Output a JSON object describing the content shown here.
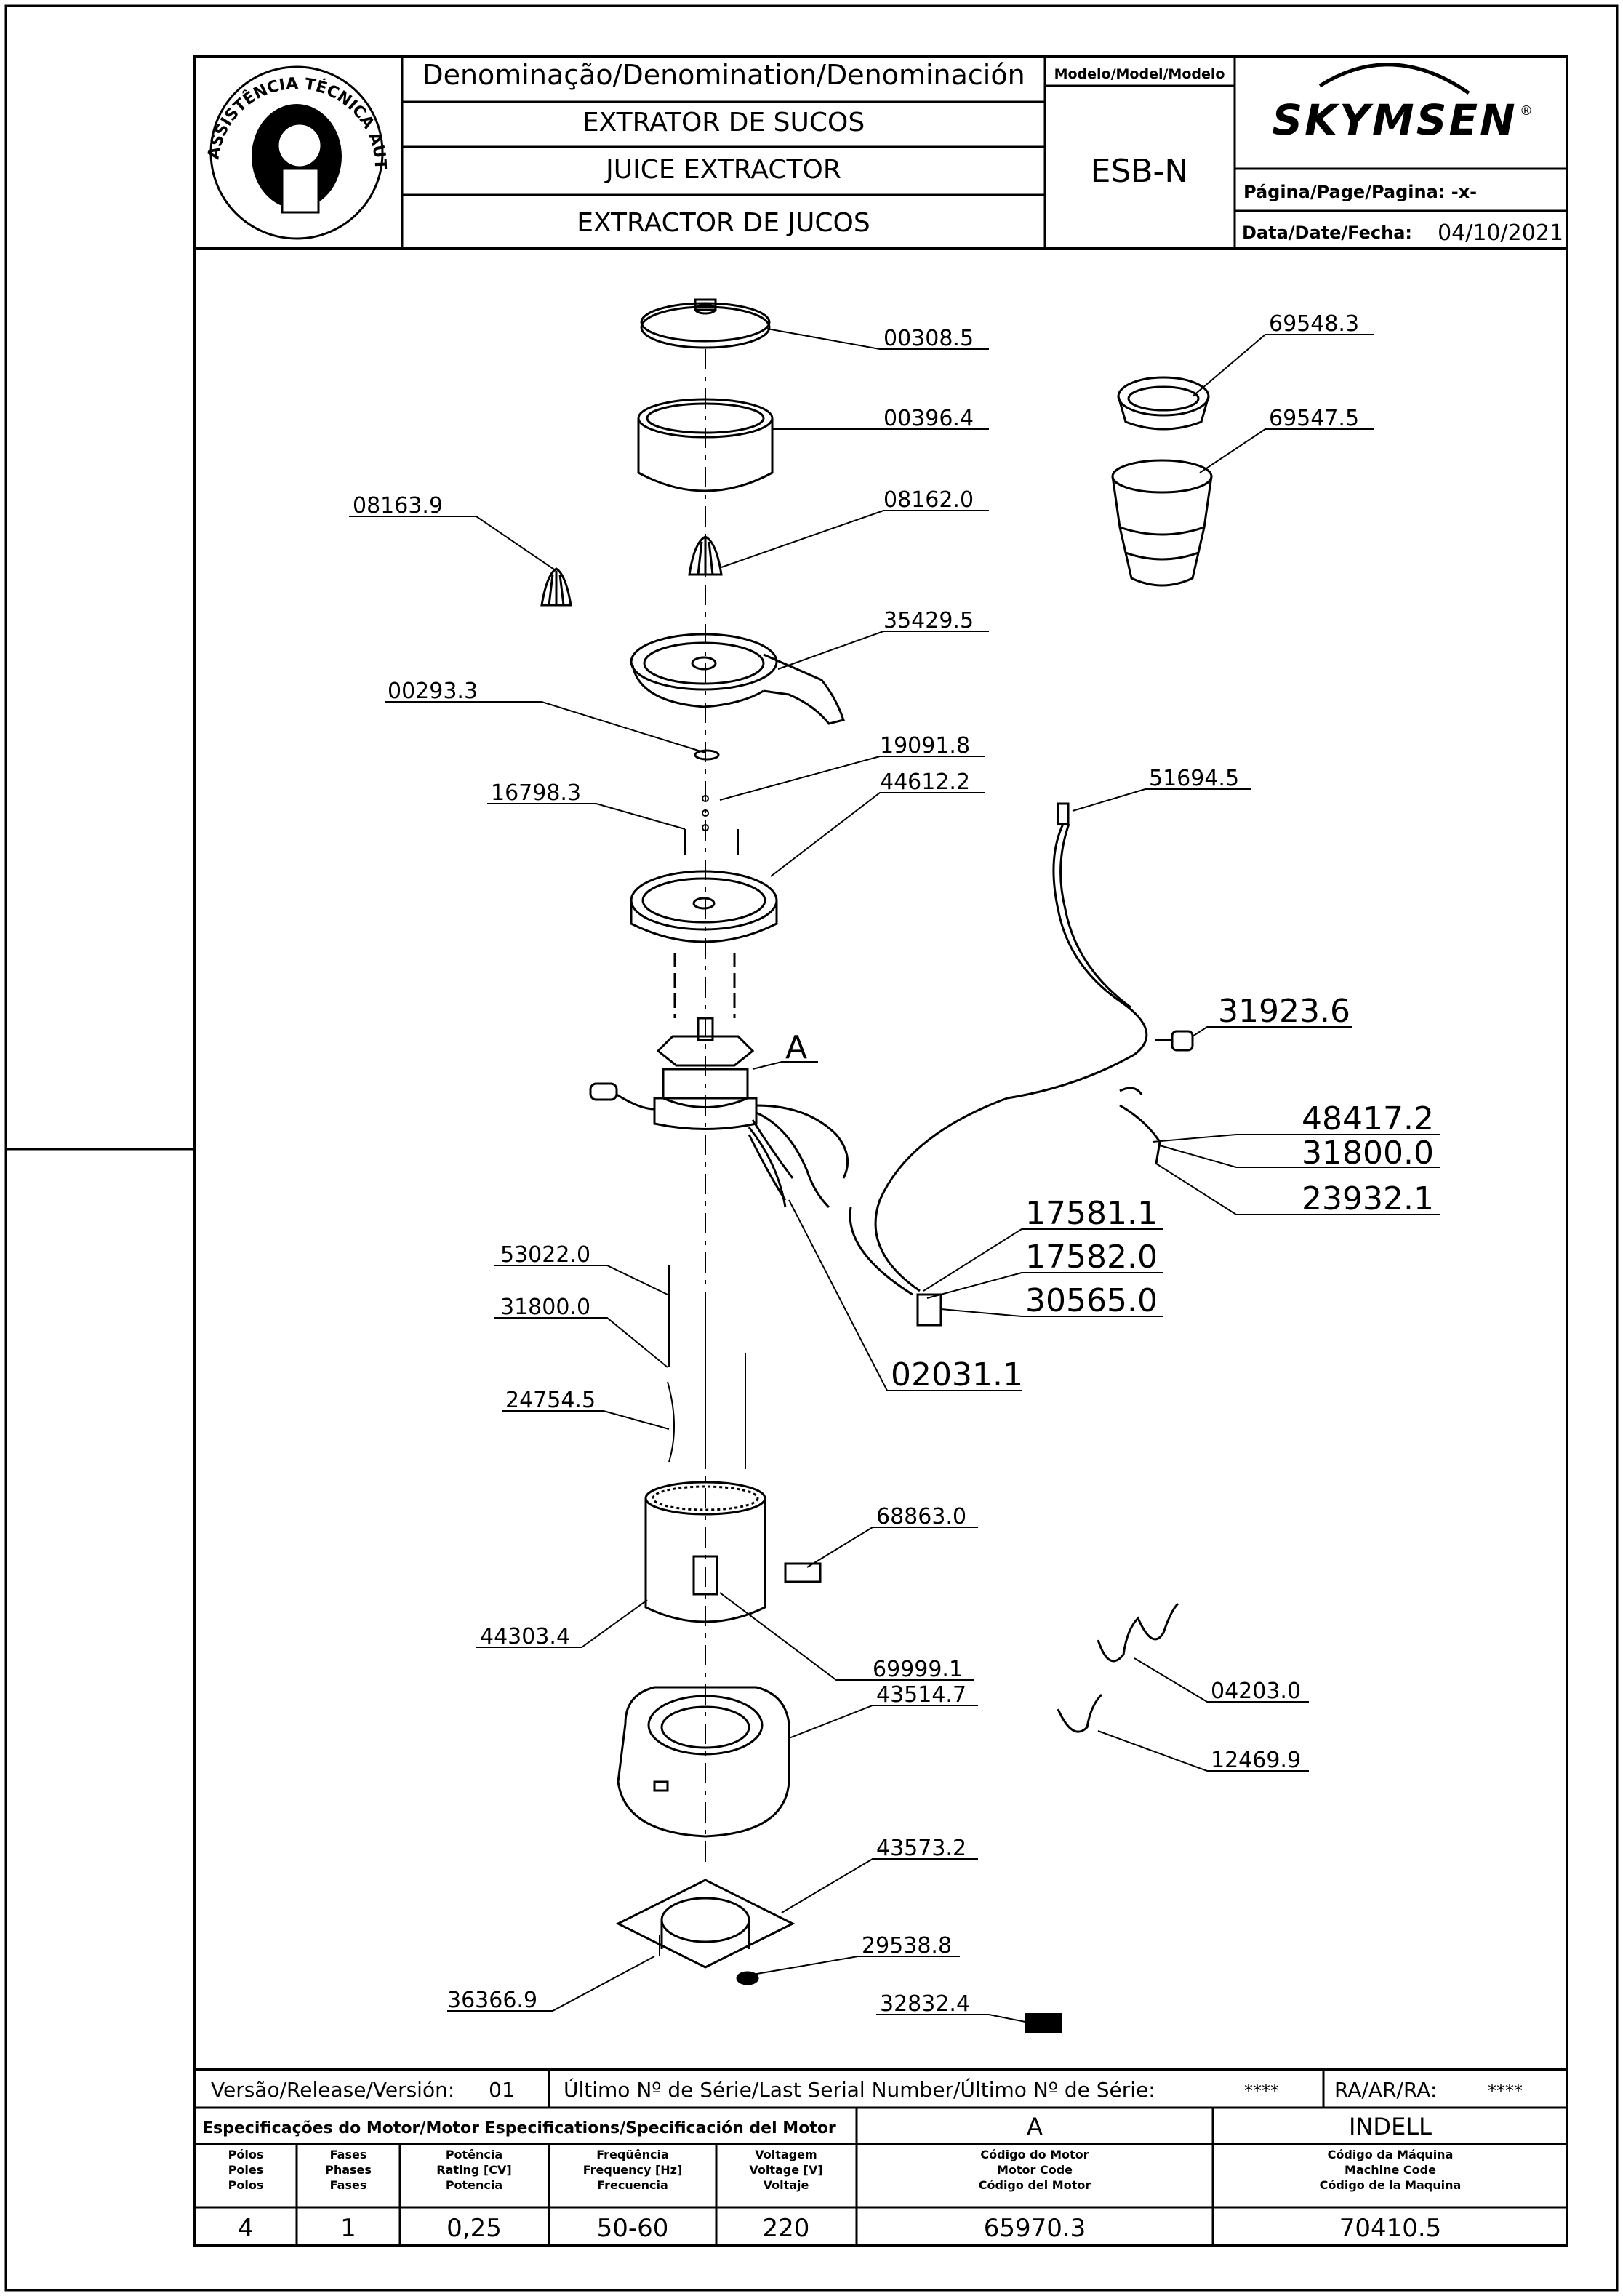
{
  "header": {
    "denomination_heading": "Denominação/Denomination/Denominación",
    "name_pt": "EXTRATOR DE SUCOS",
    "name_en": "JUICE EXTRACTOR",
    "name_es": "EXTRACTOR DE JUCOS",
    "model_heading": "Modelo/Model/Modelo",
    "model": "ESB-N",
    "brand": "SKYMSEN",
    "brand_mark": "®",
    "page_label": "Página/Page/Pagina: -x-",
    "date_label": "Data/Date/Fecha:",
    "date": "04/10/2021",
    "seal_text_top": "ASSISTÊNCIA TÉCNICA AUTORIZADA"
  },
  "diagram": {
    "marker_label": "A",
    "parts": [
      {
        "code": "00308.5"
      },
      {
        "code": "00396.4"
      },
      {
        "code": "08162.0"
      },
      {
        "code": "08163.9"
      },
      {
        "code": "35429.5"
      },
      {
        "code": "00293.3"
      },
      {
        "code": "19091.8"
      },
      {
        "code": "44612.2"
      },
      {
        "code": "16798.3"
      },
      {
        "code": "69548.3"
      },
      {
        "code": "69547.5"
      },
      {
        "code": "51694.5"
      },
      {
        "code": "31923.6"
      },
      {
        "code": "48417.2"
      },
      {
        "code": "31800.0"
      },
      {
        "code": "23932.1"
      },
      {
        "code": "17581.1"
      },
      {
        "code": "17582.0"
      },
      {
        "code": "30565.0"
      },
      {
        "code": "02031.1"
      },
      {
        "code": "53022.0"
      },
      {
        "code": "31800.0"
      },
      {
        "code": "24754.5"
      },
      {
        "code": "68863.0"
      },
      {
        "code": "44303.4"
      },
      {
        "code": "69999.1"
      },
      {
        "code": "43514.7"
      },
      {
        "code": "04203.0"
      },
      {
        "code": "12469.9"
      },
      {
        "code": "43573.2"
      },
      {
        "code": "29538.8"
      },
      {
        "code": "32832.4"
      },
      {
        "code": "36366.9"
      }
    ]
  },
  "footer": {
    "version_label": "Versão/Release/Versión:",
    "version": "01",
    "serial_label": "Último Nº de Série/Last Serial Number/Último Nº de Série:",
    "serial": "****",
    "ra_label": "RA/AR/RA:",
    "ra": "****",
    "motor_spec_label": "Especificações do Motor/Motor Especifications/Specificación del Motor",
    "motor_type": "A",
    "motor_brand": "INDELL",
    "columns": [
      {
        "h1": "Pólos",
        "h2": "Poles",
        "h3": "Polos",
        "value": "4"
      },
      {
        "h1": "Fases",
        "h2": "Phases",
        "h3": "Fases",
        "value": "1"
      },
      {
        "h1": "Potência",
        "h2": "Rating [CV]",
        "h3": "Potencia",
        "value": "0,25"
      },
      {
        "h1": "Freqüência",
        "h2": "Frequency [Hz]",
        "h3": "Frecuencia",
        "value": "50-60"
      },
      {
        "h1": "Voltagem",
        "h2": "Voltage [V]",
        "h3": "Voltaje",
        "value": "220"
      },
      {
        "h1": "Código do Motor",
        "h2": "Motor Code",
        "h3": "Código del Motor",
        "value": "65970.3"
      },
      {
        "h1": "Código da Máquina",
        "h2": "Machine Code",
        "h3": "Código de la Maquina",
        "value": "70410.5"
      }
    ]
  }
}
